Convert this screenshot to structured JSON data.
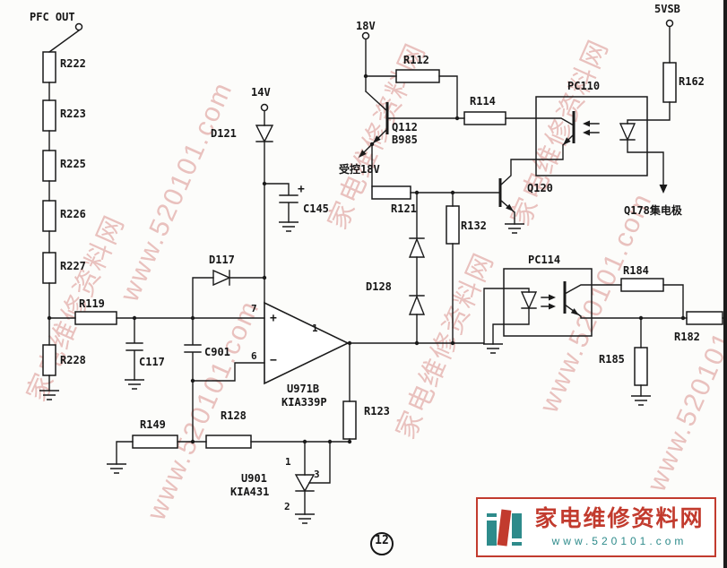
{
  "watermark": {
    "site_name": "家电维修资料网",
    "site_url": "www.520101.com"
  },
  "logo": {
    "site_name": "家电维修资料网",
    "site_url": "www.520101.com"
  },
  "page_number": "12",
  "colors": {
    "line": "#1a1a1a",
    "watermark_red": "#c44e48",
    "logo_red": "#c23b2e",
    "logo_teal": "#2e8b8b"
  },
  "labels": {
    "pfc_out": "PFC OUT",
    "r222": "R222",
    "r223": "R223",
    "r225": "R225",
    "r226": "R226",
    "r227": "R227",
    "r228": "R228",
    "r119": "R119",
    "c117": "C117",
    "c901": "C901",
    "d117": "D117",
    "v14": "14V",
    "d121": "D121",
    "c145": "C145",
    "c145_polarity": "+",
    "opamp_pin7": "7",
    "opamp_pin6": "6",
    "opamp_pin1": "1",
    "opamp_plus": "+",
    "opamp_minus": "−",
    "u971b": "U971B",
    "kia339p": "KIA339P",
    "d128": "D128",
    "r132": "R132",
    "r121": "R121",
    "v18": "18V",
    "r112": "R112",
    "q112": "Q112",
    "b985": "B985",
    "controlled_18v": "受控18V",
    "r114": "R114",
    "pc110": "PC110",
    "v5vsb": "5VSB",
    "r162": "R162",
    "q120": "Q120",
    "q178_collector": "Q178集电极",
    "pc114": "PC114",
    "r184": "R184",
    "r182": "R182",
    "r185": "R185",
    "r123": "R123",
    "r149": "R149",
    "r128": "R128",
    "u901": "U901",
    "kia431": "KIA431",
    "u901_pin1": "1",
    "u901_pin3": "3",
    "u901_pin2": "2"
  }
}
